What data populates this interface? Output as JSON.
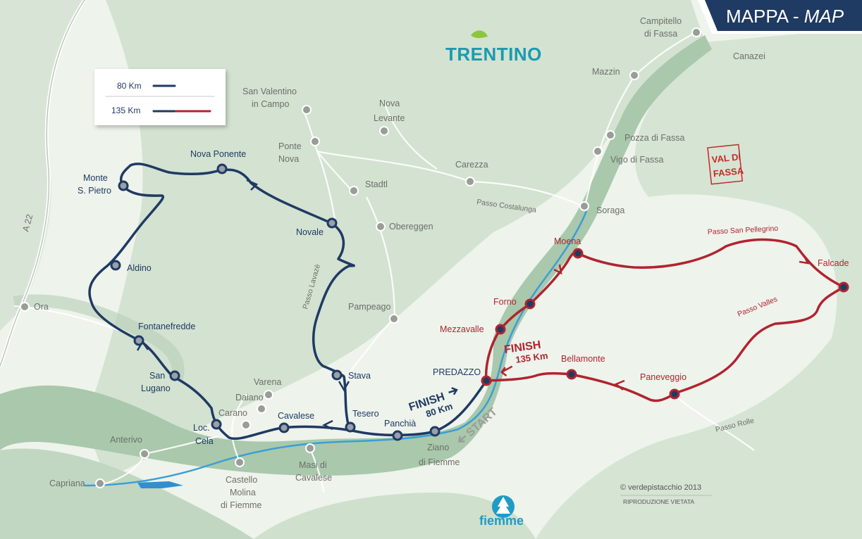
{
  "title": {
    "main": "MAPPA",
    "sep": " - ",
    "alt": "MAP"
  },
  "logos": {
    "region": "TRENTINO",
    "valley": "VAL DI FASSA",
    "area": "fiemme"
  },
  "legend": {
    "short_route": "80 Km",
    "long_route": "135 Km"
  },
  "route_markers": {
    "finish_short": "FINISH",
    "finish_short_km": "80 Km",
    "finish_long": "FINISH",
    "finish_long_km": "135 Km",
    "start": "START"
  },
  "places": {
    "nova_ponente": "Nova Ponente",
    "monte_pietro_1": "Monte",
    "monte_pietro_2": "S. Pietro",
    "aldino": "Aldino",
    "novale": "Novale",
    "fontanefredde": "Fontanefredde",
    "san_lugano_1": "San",
    "san_lugano_2": "Lugano",
    "loc_cela_1": "Loc.",
    "loc_cela_2": "Cela",
    "carano": "Carano",
    "cavalese": "Cavalese",
    "stava": "Stava",
    "tesero": "Tesero",
    "panchia": "Panchià",
    "predazzo": "PREDAZZO",
    "mezzavalle": "Mezzavalle",
    "forno": "Forno",
    "moena": "Moena",
    "falcade": "Falcade",
    "bellamonte": "Bellamonte",
    "paneveggio": "Paneveggio",
    "ziano_1": "Ziano",
    "ziano_2": "di Fiemme",
    "san_valentino_1": "San Valentino",
    "san_valentino_2": "in Campo",
    "nova_levante_1": "Nova",
    "nova_levante_2": "Levante",
    "ponte_nova_1": "Ponte",
    "ponte_nova_2": "Nova",
    "stadtl": "Stadtl",
    "carezza": "Carezza",
    "obereggen": "Obereggen",
    "pampeago": "Pampeago",
    "varena": "Varena",
    "daiano": "Daiano",
    "anterivo": "Anterivo",
    "capriana": "Capriana",
    "castello_1": "Castello",
    "castello_2": "Molina",
    "castello_3": "di Fiemme",
    "masi_1": "Masi di",
    "masi_2": "Cavalese",
    "ora": "Ora",
    "a22": "A 22",
    "campitello_1": "Campitello",
    "campitello_2": "di Fassa",
    "canazei": "Canazei",
    "mazzin": "Mazzin",
    "pozza": "Pozza di Fassa",
    "vigo": "Vigo di Fassa",
    "soraga": "Soraga"
  },
  "passes": {
    "costalunga": "Passo Costalunga",
    "lavaze": "Passo Lavazè",
    "san_pellegrino": "Passo San Pellegrino",
    "valles": "Passo Valles",
    "rolle": "Passo Rolle"
  },
  "credits": {
    "copyright": "© verdepistacchio 2013",
    "notice": "RIPRODUZIONE VIETATA"
  },
  "colors": {
    "route_80": "#1f3a63",
    "route_135": "#b0242f",
    "terrain": "#c9dbc9",
    "valley": "#a9c8ac"
  }
}
